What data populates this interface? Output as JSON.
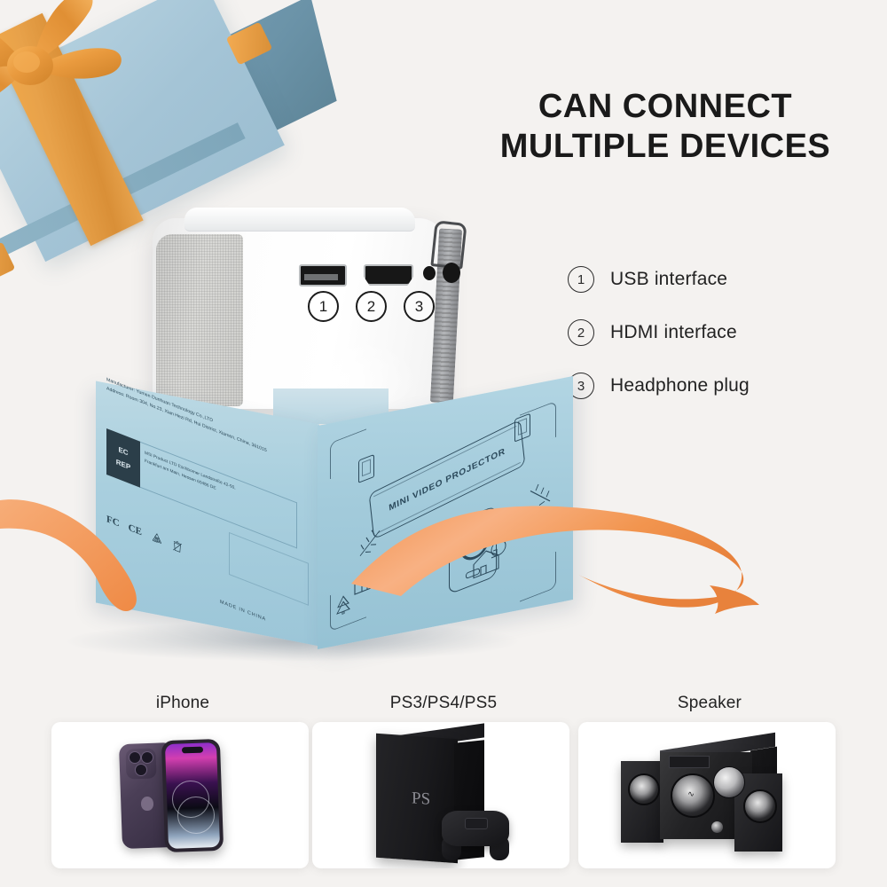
{
  "background_color": "#f4f2f0",
  "header": {
    "line1": "CAN CONNECT",
    "line2": "MULTIPLE DEVICES",
    "color": "#1a1a1a"
  },
  "legend": {
    "items": [
      {
        "number": "1",
        "label": "USB interface"
      },
      {
        "number": "2",
        "label": "HDMI interface"
      },
      {
        "number": "3",
        "label": "Headphone plug"
      }
    ]
  },
  "projector": {
    "port_callouts": [
      {
        "number": "1",
        "port": "usb-port"
      },
      {
        "number": "2",
        "port": "hdmi-port"
      },
      {
        "number": "3",
        "port": "headphone-jack"
      }
    ],
    "body_color": "#ffffff",
    "fabric_color": "#d4d4d1"
  },
  "gift_box": {
    "lid_top_color": "#a9cadb",
    "lid_side_color": "#6e93a8",
    "ribbon_color": "#e8a24a",
    "box_color": "#a5cddc",
    "ink_color": "#2c4a5c",
    "front_label": "MINI VIDEO PROJECTOR",
    "manufacturer_line": "Manufacturer: Yumen Dunhuan Technology Co.,LTD",
    "address_line": "Address: Room 304, No.23, Xian Hezi Rd, Hui District, Xiamen, China, 361015",
    "ec_rep": {
      "badge_top": "EC",
      "badge_bottom": "REP",
      "address_line1": "MSI Product LTD Eschbomer Landstraße 42-50,",
      "address_line2": "Frankfurt am Main, Hessen 60486 DE"
    },
    "certifications": [
      "FC",
      "CE",
      "recycle-mark",
      "weee-mark"
    ],
    "origin": "MADE IN CHINA"
  },
  "ribbon": {
    "color_light": "#f6ad78",
    "color_mid": "#f2924f",
    "color_dark": "#e8823c"
  },
  "devices": [
    {
      "label": "iPhone",
      "art": "iphone-14-pro"
    },
    {
      "label": "PS3/PS4/PS5",
      "art": "playstation-console"
    },
    {
      "label": "Speaker",
      "art": "speaker-system"
    }
  ]
}
